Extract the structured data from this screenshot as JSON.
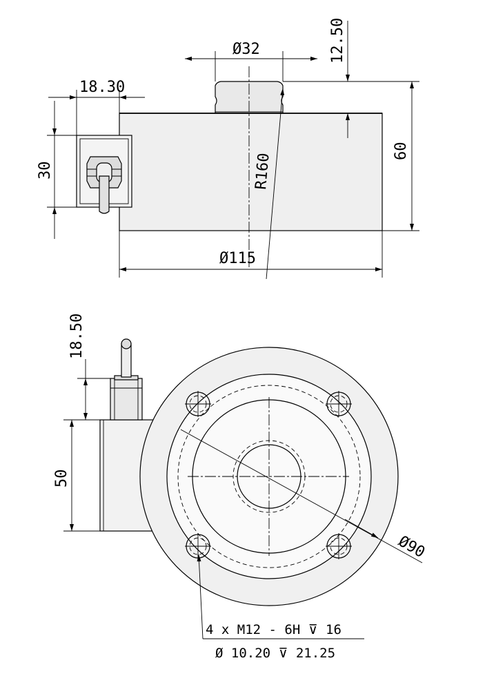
{
  "front_view": {
    "dim_boss_diameter": "Ø32",
    "dim_boss_height": "12.50",
    "dim_connector_offset": "18.30",
    "dim_connector_height": "30",
    "dim_body_height": "60",
    "dim_radius": "R160",
    "dim_body_diameter": "Ø115"
  },
  "top_view": {
    "dim_connector_length": "18.50",
    "dim_connector_width": "50",
    "dim_bolt_circle": "Ø90",
    "thread_note_line1": "4 x  M12 - 6H ⊽ 16",
    "thread_note_line2": "Ø  10.20 ⊽  21.25"
  }
}
